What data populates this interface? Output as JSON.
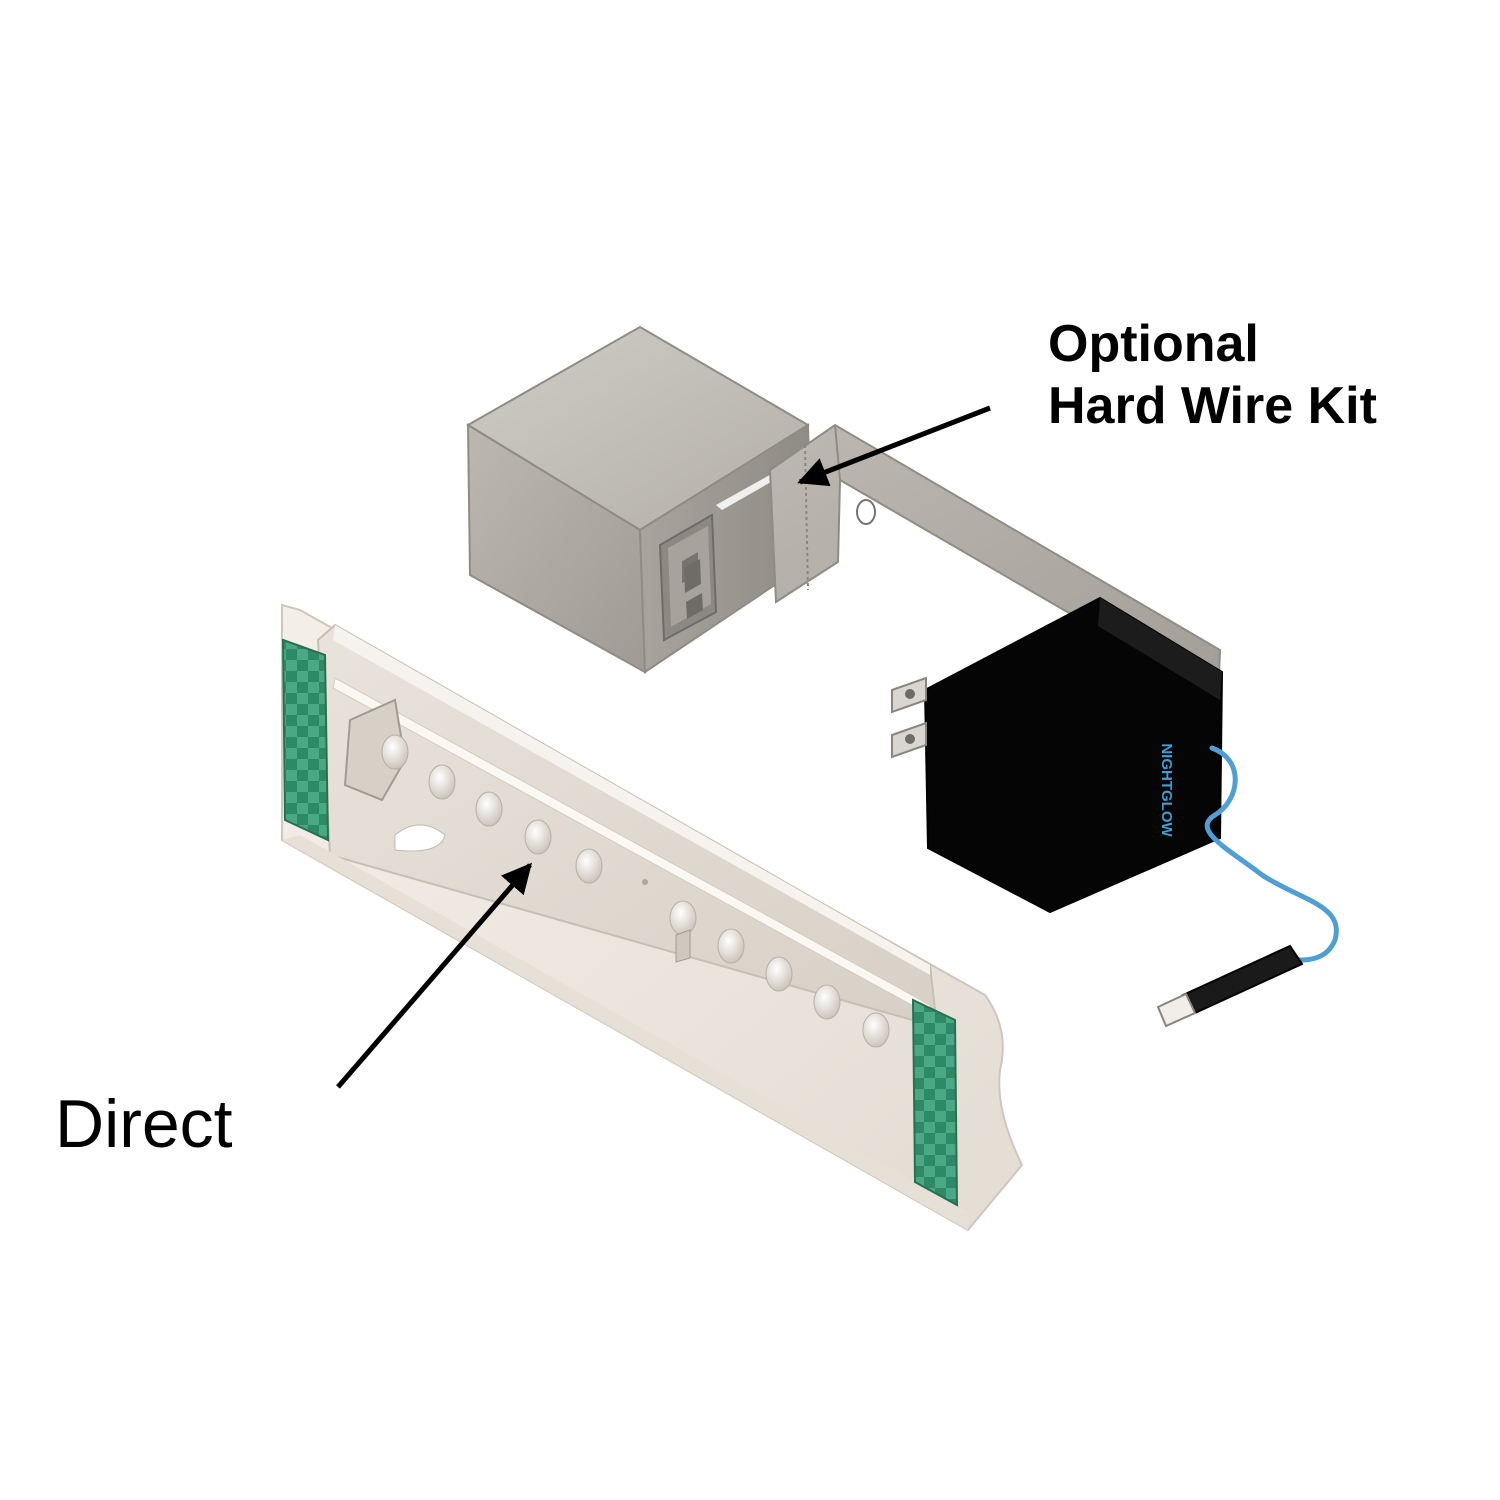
{
  "labels": {
    "hardwire_line1": "Optional",
    "hardwire_line2": "Hard Wire Kit",
    "direct": "Direct"
  },
  "transformer_brand": "NIGHTGLOW",
  "colors": {
    "background": "#ffffff",
    "text": "#000000",
    "metal_box": "#b9b5ae",
    "transformer": "#050505",
    "brand_text": "#3aa0d8",
    "wire": "#4f9fd6",
    "lens_green": "#2f8f6a",
    "fixture_body": "#efe9e2"
  }
}
